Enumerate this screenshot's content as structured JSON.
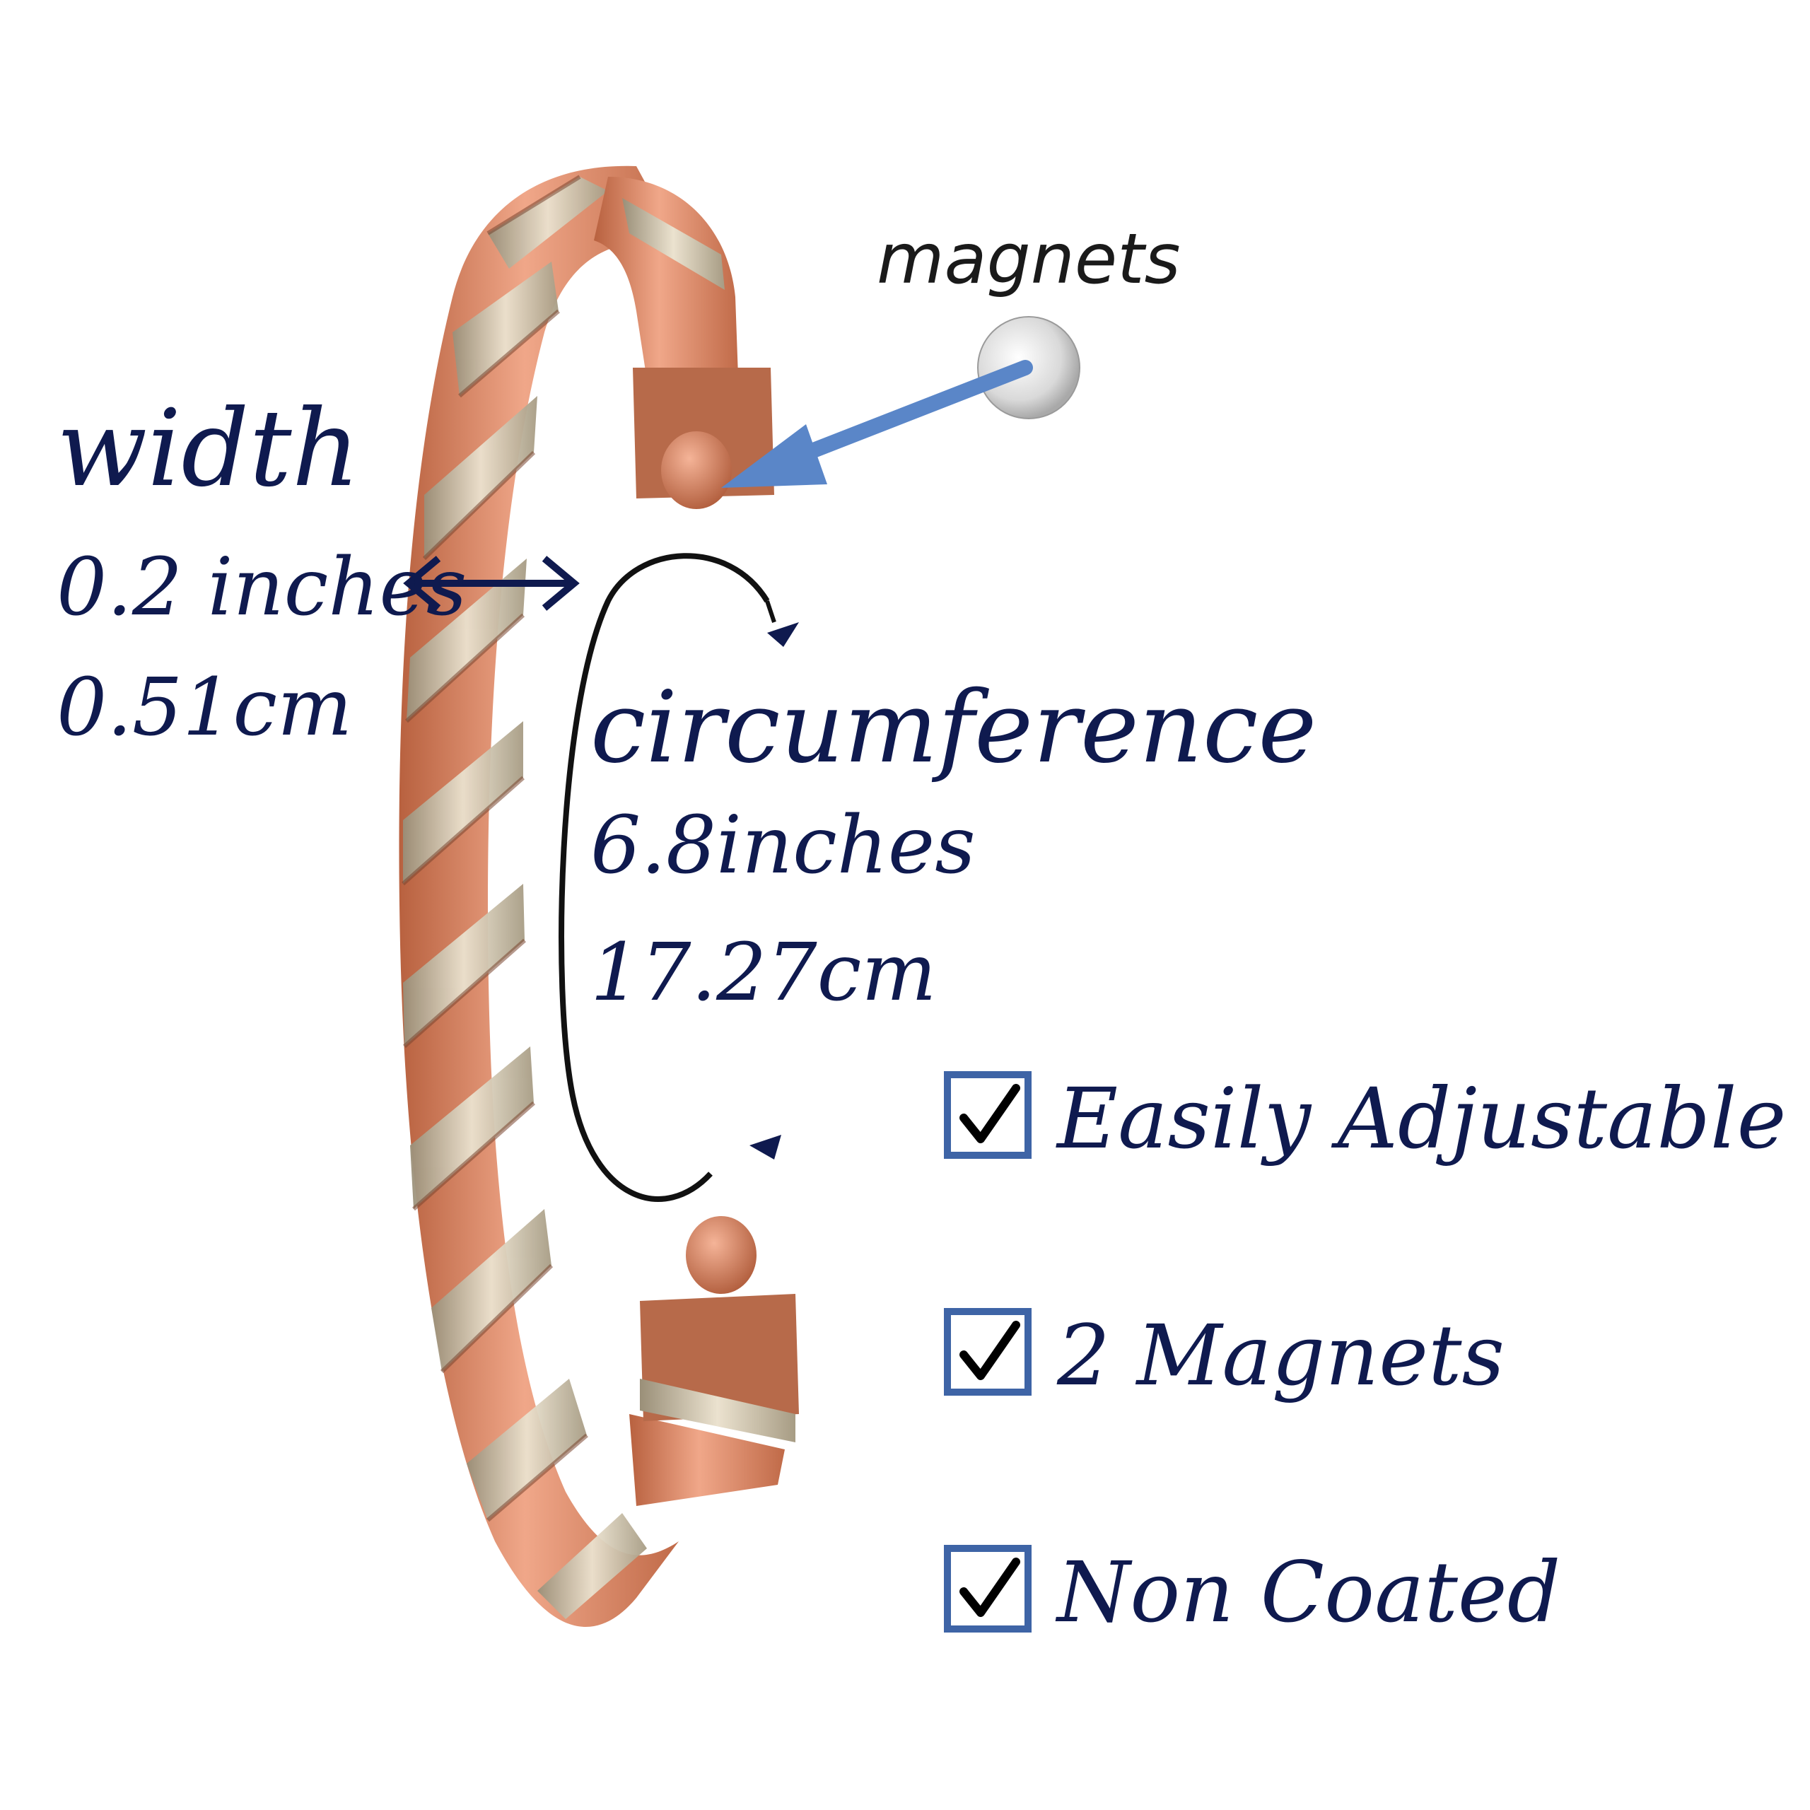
{
  "width": {
    "title": "width",
    "inches": "0.2 inches",
    "cm": "0.51cm"
  },
  "circumference": {
    "title": "circumference",
    "inches": "6.8inches",
    "cm": "17.27cm"
  },
  "magnets_label": "magnets",
  "features": [
    {
      "label": "Easily Adjustable",
      "checked": true
    },
    {
      "label": "2 Magnets",
      "checked": true
    },
    {
      "label": "Non Coated",
      "checked": true
    }
  ],
  "colors": {
    "text_navy": "#0f1a4f",
    "arrow_blue": "#5a86c8",
    "checkbox_border": "#3e64a6",
    "copper": "#d98a6a",
    "silver": "#cfc4ae"
  },
  "icons": {
    "width_arrow": "double-headed-arrow-icon",
    "circumference_arrow": "curved-arrow-icon",
    "pointer_arrow": "arrow-icon",
    "magnet": "magnet-disc-icon",
    "checkmark": "checkmark-icon"
  }
}
